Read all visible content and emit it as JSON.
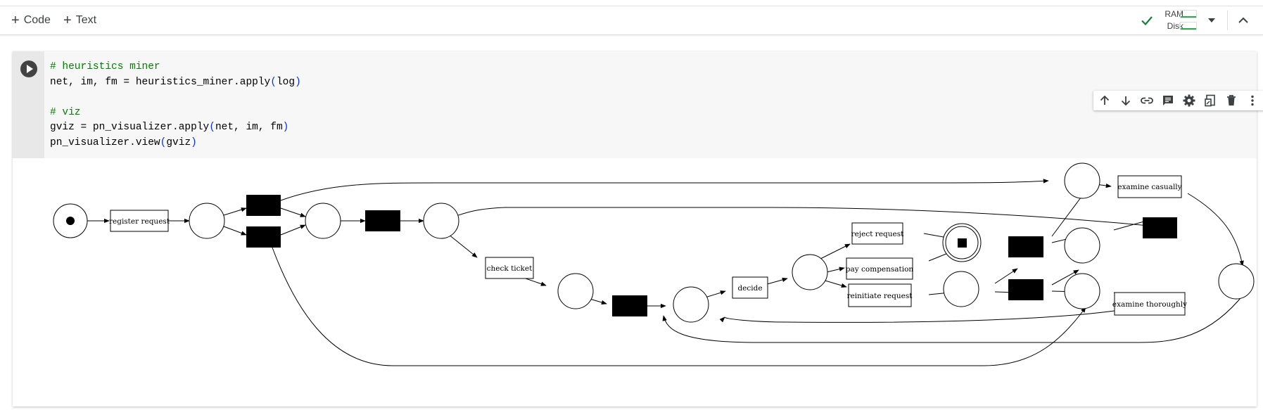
{
  "toolbar": {
    "add_code_label": "Code",
    "add_text_label": "Text",
    "ram_label": "RAM",
    "disk_label": "Disk",
    "status_color": "#188038"
  },
  "cell": {
    "code_lines": [
      {
        "kind": "comment",
        "text": "# heuristics miner"
      },
      {
        "kind": "code",
        "before": "net, im, fm = heuristics_miner.apply",
        "args": "log"
      },
      {
        "kind": "blank",
        "text": ""
      },
      {
        "kind": "comment",
        "text": "# viz"
      },
      {
        "kind": "code",
        "before": "gviz = pn_visualizer.apply",
        "args": "net, im, fm"
      },
      {
        "kind": "code",
        "before": "pn_visualizer.view",
        "args": "gviz"
      }
    ],
    "cell_toolbar_icons": [
      "arrow-up-icon",
      "arrow-down-icon",
      "link-icon",
      "comment-icon",
      "gear-icon",
      "mirror-cell-icon",
      "trash-icon",
      "more-vert-icon"
    ]
  },
  "petri_net": {
    "transitions": {
      "register_request": "register request",
      "check_ticket": "check ticket",
      "decide": "decide",
      "reject_request": "reject request",
      "pay_compensation": "pay compensation",
      "reinitiate_request": "reinitiate request",
      "examine_casually": "examine casually",
      "examine_thoroughly": "examine thoroughly"
    }
  }
}
